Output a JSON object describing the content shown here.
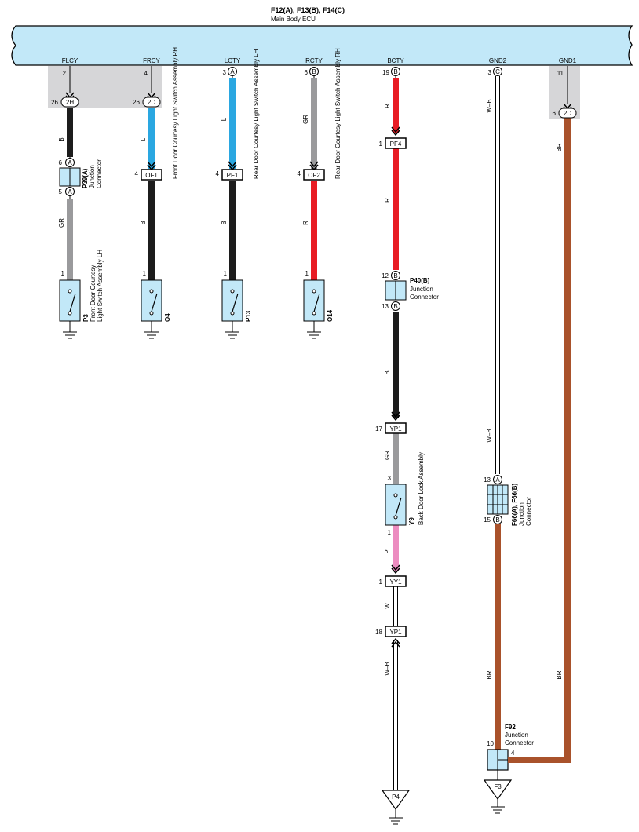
{
  "ecu": {
    "header_connectors": "F12(A), F13(B), F14(C)",
    "name": "Main Body ECU",
    "terminals": [
      {
        "name": "FLCY",
        "pin": "2"
      },
      {
        "name": "FRCY",
        "pin": "4"
      },
      {
        "name": "LCTY",
        "pin": "3",
        "plug": "A"
      },
      {
        "name": "RCTY",
        "pin": "6",
        "plug": "B"
      },
      {
        "name": "BCTY",
        "pin": "19",
        "plug": "B"
      },
      {
        "name": "GND2",
        "pin": "3",
        "plug": "C"
      },
      {
        "name": "GND1",
        "pin": "11"
      }
    ]
  },
  "colors": {
    "ecu_fill": "#c2e8f8",
    "shade": "#d6d6d8",
    "wire_B": "#1c1c1c",
    "wire_L": "#2aa7e1",
    "wire_GR": "#9a9a9c",
    "wire_R": "#e81c24",
    "wire_P": "#ec8cc0",
    "wire_BR": "#a9522b",
    "part_fill": "#c2e8f8"
  },
  "in_line": [
    {
      "pin": "26",
      "code": "2H"
    },
    {
      "pin": "26",
      "code": "2D"
    },
    {
      "pin": "4",
      "code": "OF1"
    },
    {
      "pin": "4",
      "code": "PF1"
    },
    {
      "pin": "4",
      "code": "OF2"
    },
    {
      "pin": "1",
      "code": "PF4"
    },
    {
      "pin": "17",
      "code": "YP1"
    },
    {
      "pin": "1",
      "code": "YY1"
    },
    {
      "pin": "18",
      "code": "YP1"
    },
    {
      "pin": "6",
      "code": "2D"
    }
  ],
  "wire_labels": {
    "flcy_1": "B",
    "flcy_2": "GR",
    "frcy_1": "L",
    "frcy_2": "B",
    "lcty_1": "L",
    "lcty_2": "B",
    "rcty_1": "GR",
    "rcty_2": "R",
    "bcty_1": "R",
    "bcty_2": "R",
    "bcty_3": "B",
    "bcty_4": "GR",
    "bcty_5": "P",
    "bcty_6": "W",
    "bcty_7": "W–B",
    "gnd2_1": "W–B",
    "gnd2_2": "W–B",
    "gnd2_3": "BR",
    "gnd1_1": "BR",
    "gnd1_2": "BR"
  },
  "components": {
    "p39": {
      "id": "P39(A)",
      "desc1": "Junction",
      "desc2": "Connector",
      "pin_top": "6",
      "pin_bot": "5",
      "plug": "A"
    },
    "p40": {
      "id": "P40(B)",
      "desc1": "Junction",
      "desc2": "Connector",
      "pin_top": "12",
      "pin_bot": "13",
      "plug": "B"
    },
    "f66": {
      "id": "F66(A), F66(B)",
      "desc1": "Junction",
      "desc2": "Connector",
      "pin_top": "13",
      "pin_bot": "15",
      "plug_top": "A",
      "plug_bot": "B"
    },
    "f92": {
      "id": "F92",
      "desc1": "Junction",
      "desc2": "Connector",
      "pin_a": "10",
      "pin_b": "4"
    },
    "p3": {
      "id": "P3",
      "desc1": "Front Door Courtesy",
      "desc2": "Light Switch Assembly LH",
      "pin": "1"
    },
    "o4": {
      "id": "O4",
      "desc": "Front Door Courtesy Light Switch Assembly RH",
      "pin": "1"
    },
    "p13": {
      "id": "P13",
      "desc": "Rear Door Courtesy Light Switch Assembly LH",
      "pin": "1"
    },
    "o14": {
      "id": "O14",
      "desc": "Rear Door Courtesy Light Switch Assembly RH",
      "pin": "1"
    },
    "y9": {
      "id": "Y9",
      "desc": "Back Door Lock Assembly",
      "pin_top": "3",
      "pin_bot": "1"
    }
  },
  "grounds": {
    "bcty": "P4",
    "gnd2": "F3"
  }
}
